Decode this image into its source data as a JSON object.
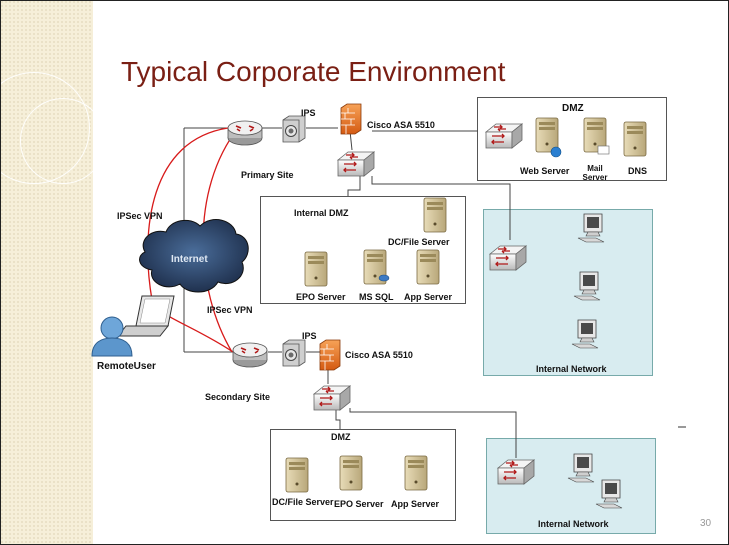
{
  "slide": {
    "title": "Typical Corporate Environment",
    "page_number": "30"
  },
  "diagram": {
    "primary": {
      "ips_label": "IPS",
      "firewall_label": "Cisco ASA 5510",
      "site_label": "Primary Site",
      "dmz": {
        "title": "DMZ",
        "web_server": "Web Server",
        "mail_server": "Mail Server",
        "dns": "DNS"
      },
      "internal_dmz": {
        "title": "Internal DMZ",
        "dc_file_server": "DC/File Server",
        "epo_server": "EPO Server",
        "ms_sql": "MS SQL",
        "app_server": "App Server"
      },
      "internal_network": "Internal Network"
    },
    "internet": {
      "cloud_label": "Internet",
      "vpn_label_top": "IPSec VPN",
      "vpn_label_bottom": "IPSec VPN",
      "remote_user": "RemoteUser"
    },
    "secondary": {
      "ips_label": "IPS",
      "firewall_label": "Cisco ASA 5510",
      "site_label": "Secondary Site",
      "dmz": {
        "title": "DMZ",
        "dc_file_server": "DC/File Server",
        "epo_server": "EPO Server",
        "app_server": "App Server"
      },
      "internal_network": "Internal Network"
    }
  }
}
